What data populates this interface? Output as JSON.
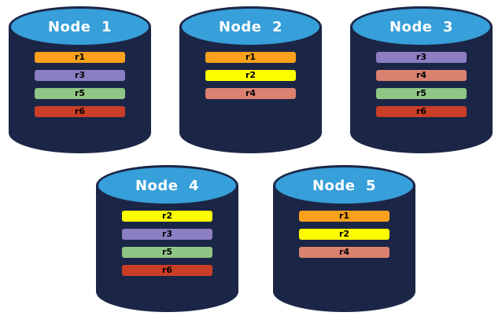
{
  "diagram": {
    "kind": "database-cylinder-diagram",
    "colors": {
      "background": "#FFFFFF",
      "cylinder_body": "#1B2647",
      "cylinder_top": "#379FD9",
      "title_text": "#FFFFFF",
      "bar_text": "#000000",
      "replicas": {
        "r1": "#F9A11C",
        "r2": "#FDFD00",
        "r3": "#8C7EC2",
        "r4": "#DB8170",
        "r5": "#90C685",
        "r6": "#CA3E27"
      }
    }
  },
  "nodes": [
    {
      "title": "Node  1",
      "replicas": [
        "r1",
        "r3",
        "r5",
        "r6"
      ]
    },
    {
      "title": "Node  2",
      "replicas": [
        "r1",
        "r2",
        "r4"
      ]
    },
    {
      "title": "Node  3",
      "replicas": [
        "r3",
        "r4",
        "r5",
        "r6"
      ]
    },
    {
      "title": "Node  4",
      "replicas": [
        "r2",
        "r3",
        "r5",
        "r6"
      ]
    },
    {
      "title": "Node  5",
      "replicas": [
        "r1",
        "r2",
        "r4"
      ]
    }
  ]
}
